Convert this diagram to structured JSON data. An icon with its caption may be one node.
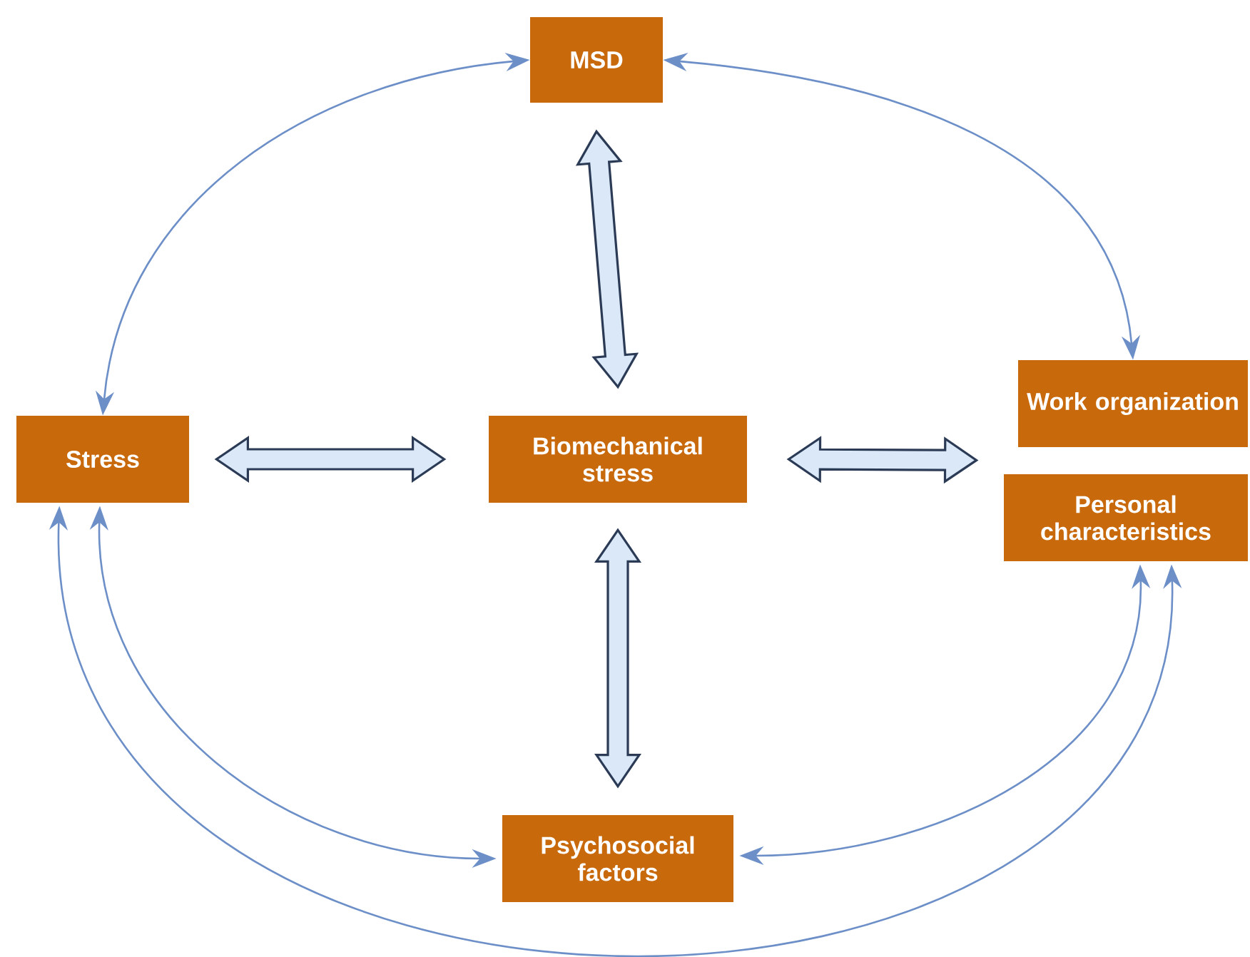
{
  "diagram": {
    "nodes": [
      {
        "text": [
          "MSD"
        ]
      },
      {
        "text": [
          "Stress"
        ]
      },
      {
        "text": [
          "Biomechanical stress"
        ]
      },
      {
        "text": [
          "Work organization"
        ]
      },
      {
        "text": [
          "Personal characteristics"
        ]
      },
      {
        "text": [
          "Psychosocial factors"
        ]
      }
    ],
    "edges": [
      {
        "from": 0,
        "to": 1,
        "arrow": "both"
      },
      {
        "from": 0,
        "to": 3,
        "arrow": "both"
      },
      {
        "from": 2,
        "to": 0,
        "arrow": "both",
        "style": "thick",
        "color": "#2b3a55"
      },
      {
        "from": 2,
        "to": 1,
        "arrow": "both",
        "style": "thick",
        "color": "#2b3a55"
      },
      {
        "from": 2,
        "to": 3,
        "arrow": "both",
        "style": "thick",
        "color": "#2b3a55"
      },
      {
        "from": 2,
        "to": 5,
        "arrow": "both",
        "style": "thick",
        "color": "#2b3a55"
      },
      {
        "from": 1,
        "to": 5,
        "arrow": "both"
      },
      {
        "from": 5,
        "to": 4,
        "arrow": "both"
      },
      {
        "from": 1,
        "to": 4,
        "arrow": "both"
      }
    ]
  }
}
